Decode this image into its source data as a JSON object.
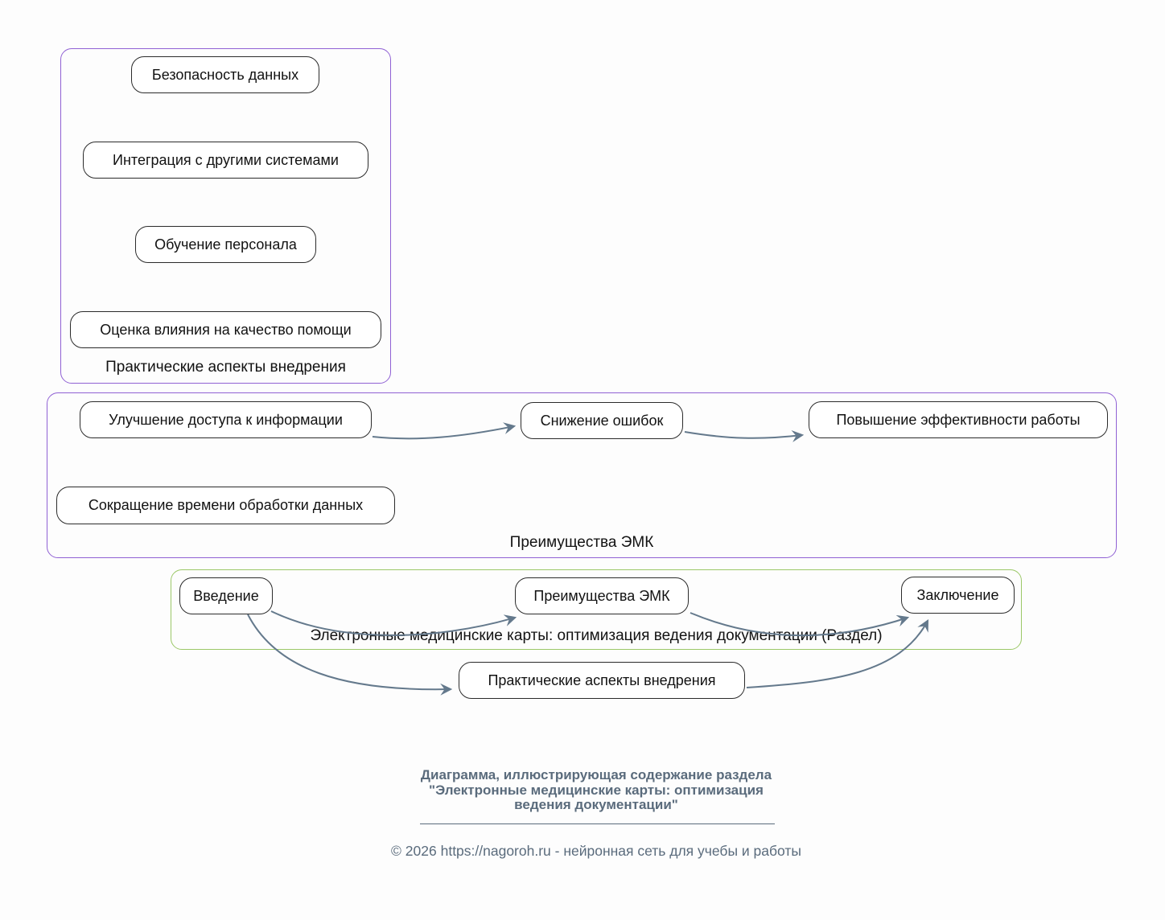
{
  "colors": {
    "background": "#fdfdfd",
    "cluster_purple_border": "#9061d4",
    "cluster_green_border": "#9bc867",
    "node_border": "#2b2b2b",
    "node_fill": "#ffffff",
    "node_text": "#121212",
    "arrow": "#64798c",
    "footer_text": "#5a6b7c"
  },
  "clusters": {
    "practical": {
      "label": "Практические аспекты внедрения"
    },
    "benefits": {
      "label": "Преимущества ЭМК"
    },
    "section": {
      "label": "Электронные медицинские карты: оптимизация ведения документации (Раздел)"
    }
  },
  "nodes": {
    "data_security": {
      "label": "Безопасность данных"
    },
    "integration": {
      "label": "Интеграция с другими системами"
    },
    "staff_training": {
      "label": "Обучение персонала"
    },
    "impact_assessment": {
      "label": "Оценка влияния на качество помощи"
    },
    "info_access": {
      "label": "Улучшение доступа к информации"
    },
    "error_reduction": {
      "label": "Снижение ошибок"
    },
    "work_efficiency": {
      "label": "Повышение эффективности работы"
    },
    "processing_time": {
      "label": "Сокращение времени обработки данных"
    },
    "introduction": {
      "label": "Введение"
    },
    "emr_benefits": {
      "label": "Преимущества ЭМК"
    },
    "conclusion": {
      "label": "Заключение"
    },
    "practical_aspects": {
      "label": "Практические аспекты внедрения"
    }
  },
  "edges": [
    {
      "from": "Улучшение доступа к информации",
      "to": "Снижение ошибок"
    },
    {
      "from": "Снижение ошибок",
      "to": "Повышение эффективности работы"
    },
    {
      "from": "Введение",
      "to": "Преимущества ЭМК"
    },
    {
      "from": "Введение",
      "to": "Практические аспекты внедрения"
    },
    {
      "from": "Преимущества ЭМК",
      "to": "Заключение"
    },
    {
      "from": "Практические аспекты внедрения",
      "to": "Заключение"
    }
  ],
  "footer": {
    "caption_line1": "Диаграмма, иллюстрирующая содержание раздела",
    "caption_line2": "\"Электронные медицинские карты: оптимизация",
    "caption_line3": "ведения документации\"",
    "copyright": "© 2026 https://nagoroh.ru - нейронная сеть для учебы и работы"
  }
}
